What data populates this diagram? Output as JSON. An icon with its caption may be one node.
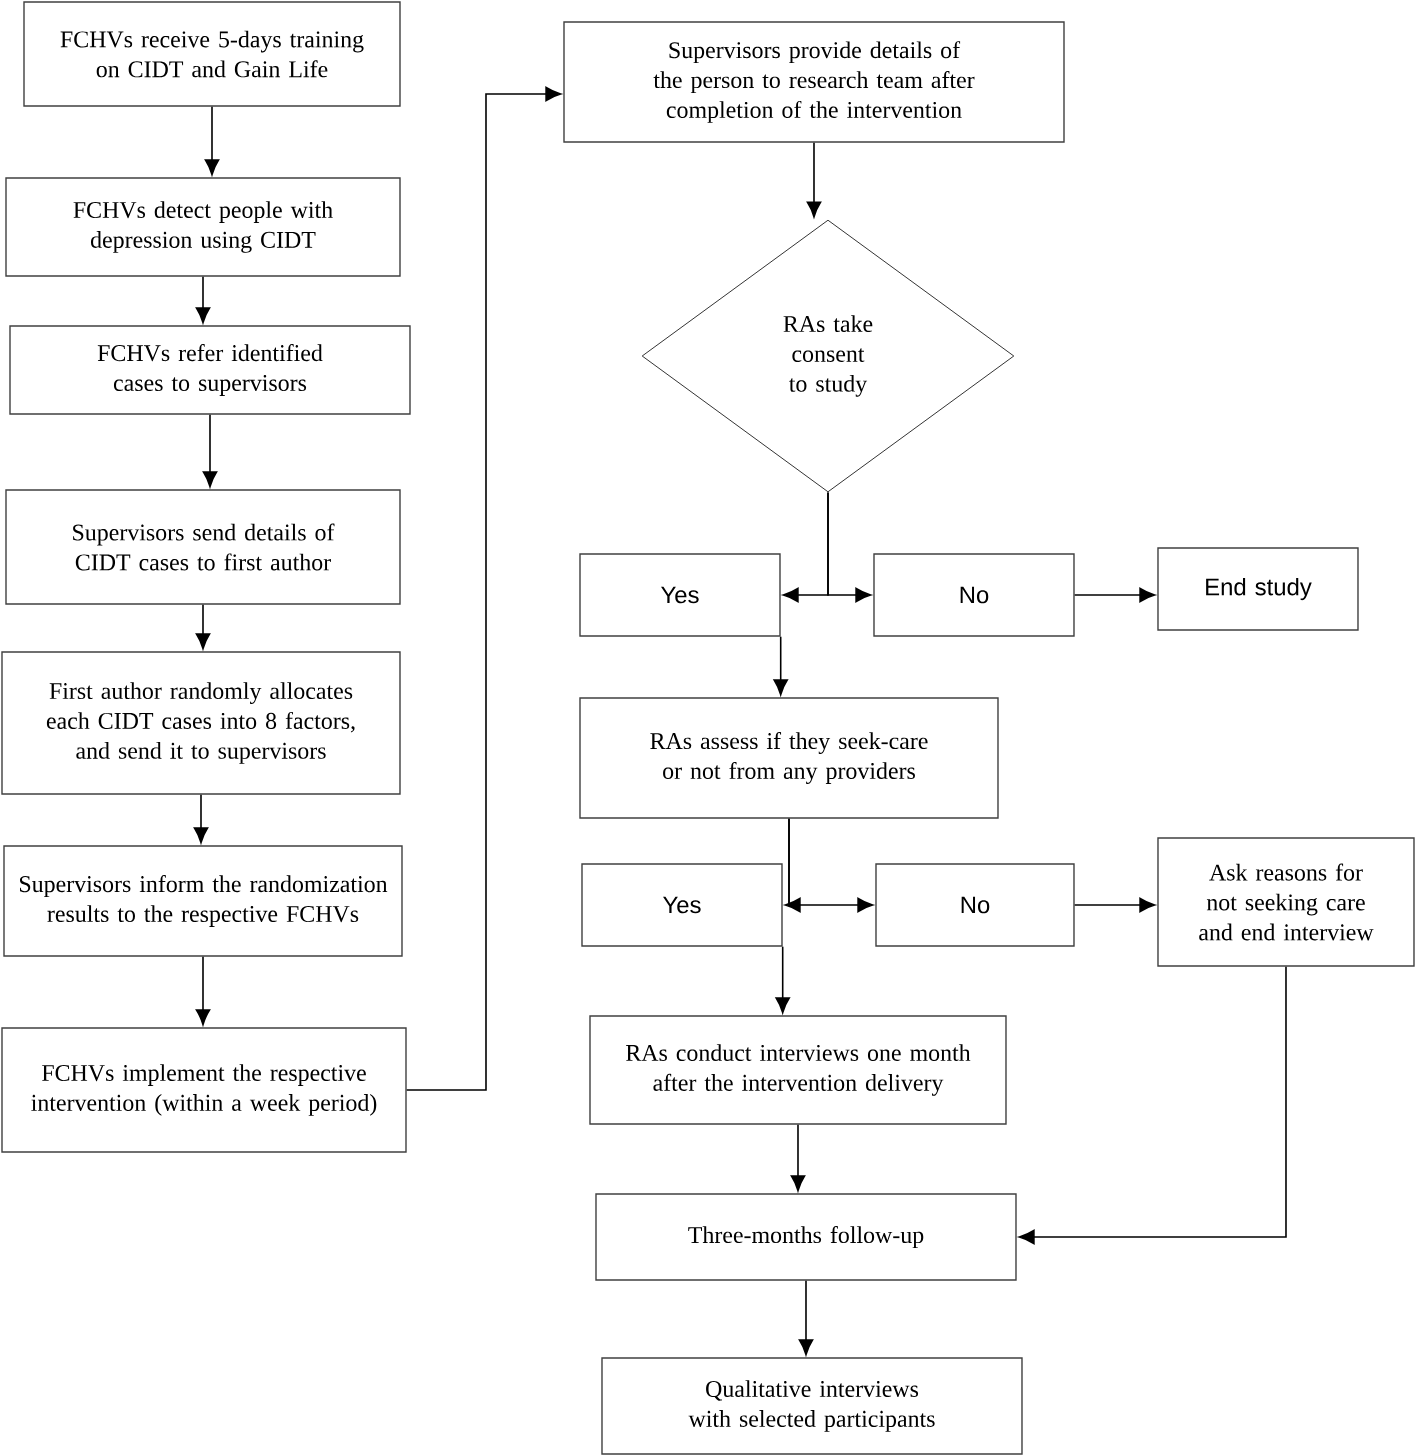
{
  "diagram": {
    "nodes": [
      {
        "text": [
          "FCHVs receive 5-days training on CIDT and Gain Life"
        ]
      },
      {
        "text": [
          "FCHVs detect people with depression using CIDT"
        ]
      },
      {
        "text": [
          "FCHVs refer identified cases to supervisors"
        ]
      },
      {
        "text": [
          "Supervisors send details of CIDT cases to first author"
        ]
      },
      {
        "text": [
          "First author randomly allocates each CIDT cases into 8 factors, and send it to supervisors"
        ]
      },
      {
        "text": [
          "Supervisors inform the randomization results to the respective FCHVs"
        ]
      },
      {
        "text": [
          "FCHVs implement the respective intervention (within a week period)"
        ]
      },
      {
        "text": [
          "Supervisors provide details of the person to research team after completion of the intervention"
        ]
      },
      {
        "text": [
          "RAs take consent to study"
        ]
      },
      {
        "text": [
          "Yes"
        ]
      },
      {
        "text": [
          "No"
        ]
      },
      {
        "text": [
          "End study"
        ]
      },
      {
        "text": [
          "RAs assess if they seek-care or not from any providers"
        ]
      },
      {
        "text": [
          "Yes"
        ]
      },
      {
        "text": [
          "No"
        ]
      },
      {
        "text": [
          "Ask reasons for not seeking care and end interview"
        ]
      },
      {
        "text": [
          "RAs conduct interviews one month after the intervention delivery"
        ]
      },
      {
        "text": [
          "Three-months follow-up"
        ]
      },
      {
        "text": [
          "Qualitative interviews with selected participants"
        ]
      }
    ],
    "edges": [
      {
        "from": 0,
        "to": 1,
        "arrow": "to"
      },
      {
        "from": 1,
        "to": 2,
        "arrow": "to"
      },
      {
        "from": 2,
        "to": 3,
        "arrow": "to"
      },
      {
        "from": 3,
        "to": 4,
        "arrow": "to"
      },
      {
        "from": 4,
        "to": 5,
        "arrow": "to"
      },
      {
        "from": 5,
        "to": 6,
        "arrow": "to"
      },
      {
        "from": 6,
        "to": 7,
        "arrow": "to"
      },
      {
        "from": 7,
        "to": 8,
        "arrow": "to"
      },
      {
        "from": 8,
        "to": 9,
        "arrow": "to"
      },
      {
        "from": 8,
        "to": 10,
        "arrow": "to"
      },
      {
        "from": 10,
        "to": 11,
        "arrow": "to"
      },
      {
        "from": 9,
        "to": 12,
        "arrow": "to"
      },
      {
        "from": 12,
        "to": 13,
        "arrow": "to"
      },
      {
        "from": 12,
        "to": 14,
        "arrow": "to"
      },
      {
        "from": 14,
        "to": 15,
        "arrow": "to"
      },
      {
        "from": 13,
        "to": 16,
        "arrow": "to"
      },
      {
        "from": 16,
        "to": 17,
        "arrow": "to"
      },
      {
        "from": 15,
        "to": 17,
        "arrow": "to"
      },
      {
        "from": 17,
        "to": 18,
        "arrow": "to"
      }
    ]
  }
}
